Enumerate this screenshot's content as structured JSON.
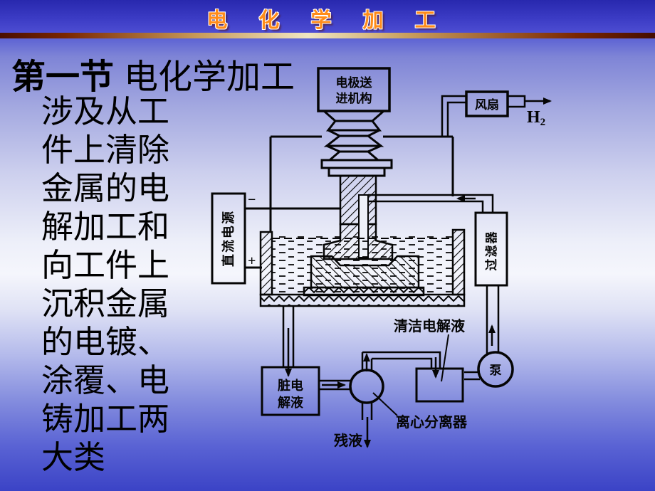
{
  "header": {
    "title": "电 化 学 加 工"
  },
  "slide": {
    "section_title_bold": "第一节",
    "section_title_rest": "电化学加工",
    "body_lines": [
      "涉及从工",
      "件上清除",
      "金属的电",
      "解加工和",
      "向工件上",
      "沉积金属",
      "的电镀、",
      "涂覆、电",
      "铸加工两",
      "大类"
    ]
  },
  "diagram": {
    "labels": {
      "electrode_feed_line1": "电极送",
      "electrode_feed_line2": "进机构",
      "fan": "风扇",
      "h2_main": "H",
      "h2_sub": "2",
      "dc_power": "直流电源",
      "minus": "−",
      "plus": "+",
      "filter": "过滤器",
      "pump": "泵",
      "clean_electrolyte": "清洁电解液",
      "dirty_line1": "脏电",
      "dirty_line2": "解液",
      "separator": "离心分离器",
      "residue": "残液"
    }
  },
  "colors": {
    "header_orange": "#ff8c1a",
    "header_blue": "#3b3bc4",
    "gold_bar_center": "#f0e6c2",
    "slide_bottom_blue": "#3b43c6",
    "line_black": "#050505"
  }
}
